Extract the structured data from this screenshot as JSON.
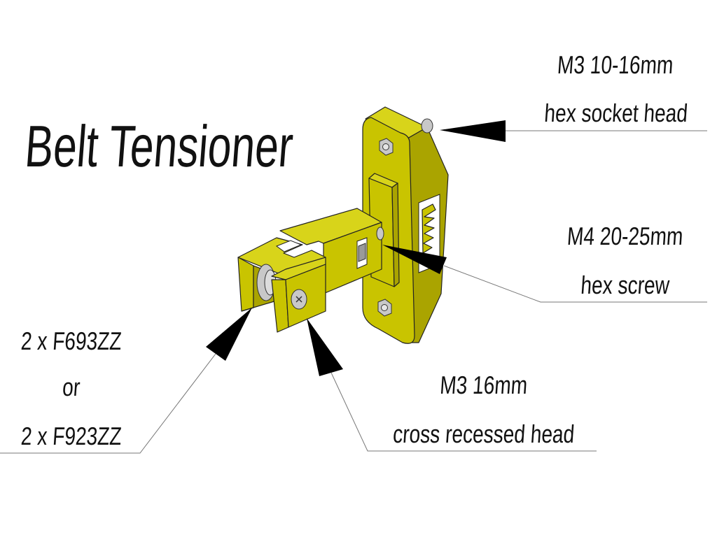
{
  "title": "Belt Tensioner",
  "labels": {
    "top_screw": {
      "line1": "M3 10-16mm",
      "line2": "hex socket head"
    },
    "hex_screw": {
      "line1": "M4 20-25mm",
      "line2": "hex screw"
    },
    "bearings": {
      "line1": "2 x F693ZZ",
      "line2": "or",
      "line3": "2 x F923ZZ"
    },
    "cross_screw": {
      "line1": "M3 16mm",
      "line2": "cross recessed head"
    }
  },
  "colors": {
    "part": "#c9c400",
    "part_shade": "#aaa400",
    "metal": "#c8c8c8"
  }
}
